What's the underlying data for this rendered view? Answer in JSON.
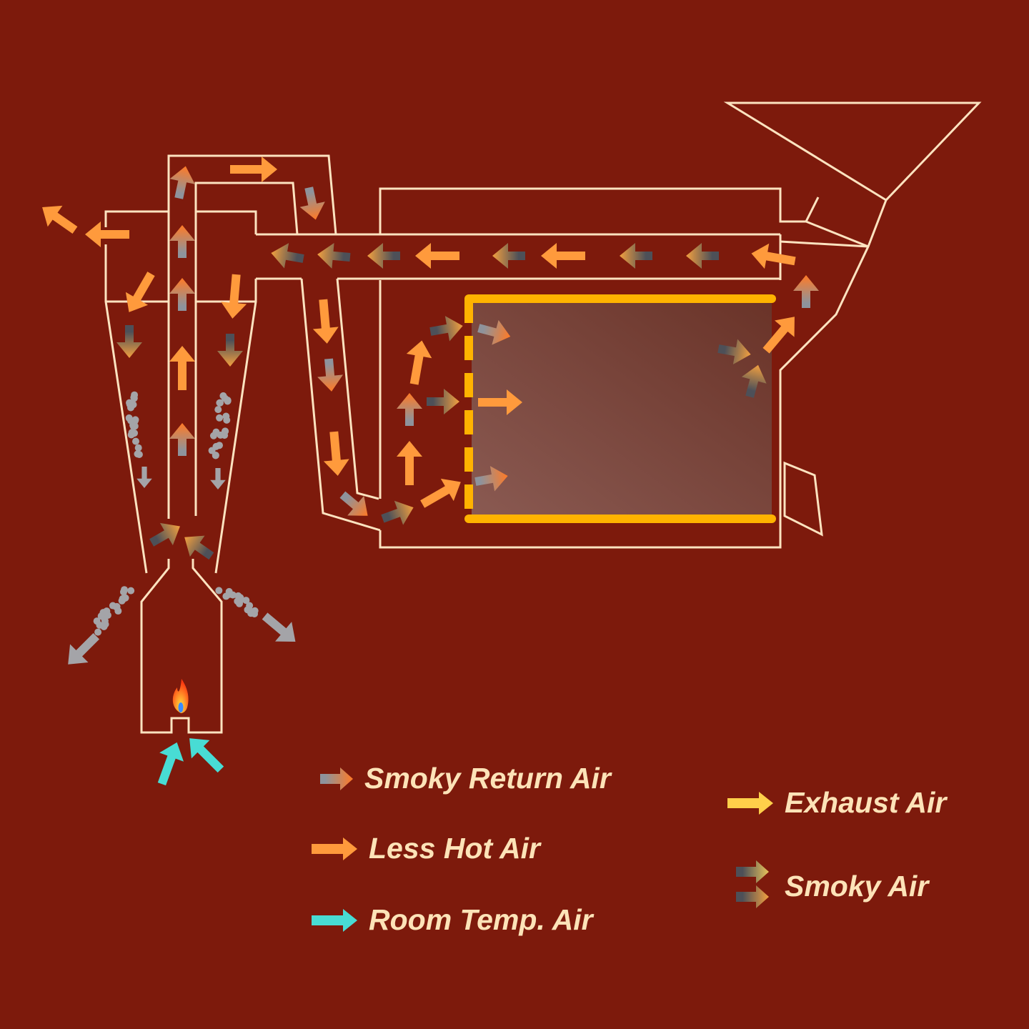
{
  "colors": {
    "background": "#7d1a0c",
    "outline": "#fde3c0",
    "less_hot": "#ff9a3c",
    "exhaust": "#ffcf4a",
    "room_temp": "#48dcd4",
    "smoke_gray": "#4d5058",
    "return_gray": "#8e939c",
    "particle": "#a4a4a8",
    "drum_border": "#ffb300"
  },
  "legend": {
    "smoky_return": "Smoky Return Air",
    "less_hot": "Less Hot Air",
    "room_temp": "Room Temp. Air",
    "exhaust": "Exhaust Air",
    "smoky": "Smoky Air"
  }
}
